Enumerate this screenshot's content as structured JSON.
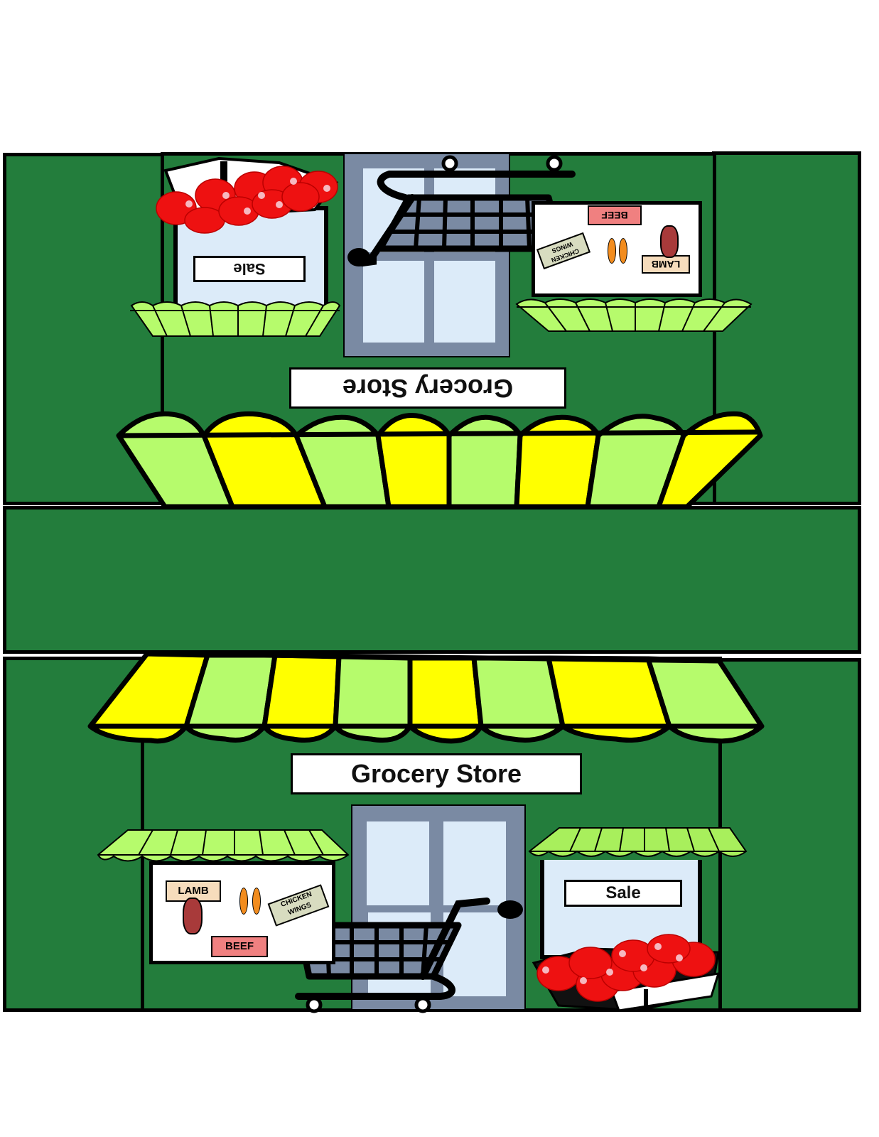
{
  "template": {
    "description": "Grocery store papercraft printable (folding template)",
    "colors": {
      "wall_green": "#237d3c",
      "outline": "#000000",
      "awning_yellow": "#ffff00",
      "awning_lightgreen": "#b6fb6c",
      "small_awning_green": "#a8ef5c",
      "door_frame": "#7a8aa3",
      "glass": "#dcebf9",
      "apple_red": "#ee1111",
      "beef_label": "#f08080",
      "lamb_label": "#f6dcbc",
      "chicken_label": "#d8dcc0"
    }
  },
  "top_facade": {
    "orientation": "upside-down",
    "store_sign": "Grocery Store",
    "sale_sign": "Sale",
    "meat_window": {
      "labels": [
        "BEEF",
        "LAMB",
        "CHICKEN WINGS"
      ]
    }
  },
  "middle_roof": {
    "label": ""
  },
  "bottom_facade": {
    "orientation": "upright",
    "store_sign": "Grocery Store",
    "sale_sign": "Sale",
    "meat_window": {
      "labels": [
        "LAMB",
        "CHICKEN WINGS",
        "BEEF"
      ]
    }
  }
}
